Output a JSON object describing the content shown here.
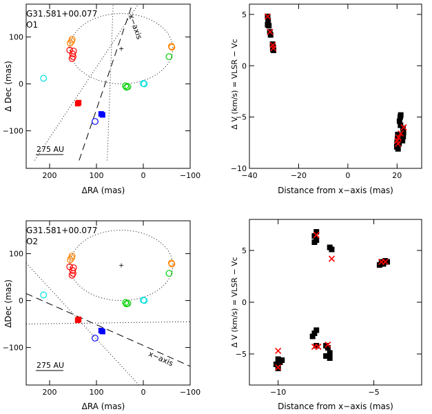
{
  "chart_data": [
    {
      "type": "scatter",
      "title": "G31.581+00.077",
      "subtitle": "O1",
      "xlabel": "ΔRA (mas)",
      "ylabel": "Δ Dec (mas)",
      "xlim": [
        250,
        -100
      ],
      "ylim": [
        -180,
        170
      ],
      "xticks": [
        200,
        100,
        0,
        -100
      ],
      "xtick_labels": [
        "200",
        "100",
        "0",
        "−100"
      ],
      "yticks": [
        100,
        0,
        -100
      ],
      "ytick_labels": [
        "100",
        "0",
        "−100"
      ],
      "scale_label": "275 AU",
      "axis_label": "x−axis",
      "center": [
        47,
        75
      ],
      "ellipse": {
        "cx": 47,
        "cy": 75,
        "rx": 110,
        "ry": 75
      },
      "series": [
        {
          "color": "#ff8000",
          "marker": "open-circle",
          "points": [
            [
              152,
              95
            ],
            [
              153,
              91
            ],
            [
              156,
              87
            ],
            [
              -60,
              80
            ],
            [
              -61,
              78
            ]
          ]
        },
        {
          "color": "#ff0000",
          "marker": "open-circle",
          "points": [
            [
              157,
              72
            ],
            [
              149,
              70
            ],
            [
              151,
              64
            ],
            [
              150,
              58
            ],
            [
              152,
              54
            ]
          ]
        },
        {
          "color": "#00d000",
          "marker": "open-circle",
          "points": [
            [
              -55,
              58
            ],
            [
              38,
              -4
            ],
            [
              36,
              -7
            ],
            [
              33,
              -6
            ]
          ]
        },
        {
          "color": "#00e0e0",
          "marker": "open-circle",
          "points": [
            [
              213,
              12
            ],
            [
              0,
              1
            ],
            [
              -2,
              0
            ]
          ]
        },
        {
          "color": "#ff0000",
          "marker": "filled-square",
          "points": [
            [
              140,
              -42
            ],
            [
              138,
              -40
            ]
          ]
        },
        {
          "color": "#0000ff",
          "marker": "filled-square",
          "points": [
            [
              90,
              -64
            ],
            [
              87,
              -66
            ]
          ]
        },
        {
          "color": "#0000ff",
          "marker": "open-circle",
          "points": [
            [
              103,
              -80
            ]
          ]
        }
      ],
      "lines": [
        {
          "style": "dashed",
          "from": [
            137,
            -163
          ],
          "to": [
            20,
            180
          ]
        },
        {
          "style": "dotted",
          "from": [
            232,
            -163
          ],
          "to": [
            4,
            180
          ]
        },
        {
          "style": "dotted",
          "from": [
            77,
            -163
          ],
          "to": [
            64,
            180
          ]
        }
      ]
    },
    {
      "type": "scatter",
      "xlabel": "Distance from x−axis (mas)",
      "ylabel": "Δ V (km/s) = VLSR − Vc",
      "xlim": [
        -40,
        30
      ],
      "ylim": [
        -10,
        6
      ],
      "xticks": [
        -40,
        -20,
        0,
        20
      ],
      "xtick_labels": [
        "−40",
        "−20",
        "0",
        "20"
      ],
      "yticks": [
        -10,
        -5,
        0,
        5
      ],
      "ytick_labels": [
        "−10",
        "−5",
        "0",
        "5"
      ],
      "series": [
        {
          "color": "#000000",
          "marker": "filled-square",
          "points": [
            [
              -32.6,
              4.8
            ],
            [
              -32.4,
              4.4
            ],
            [
              -32.6,
              4.0
            ],
            [
              -32.1,
              3.9
            ],
            [
              -31.7,
              3.3
            ],
            [
              -31.4,
              3.0
            ],
            [
              -30.6,
              2.1
            ],
            [
              -30.3,
              1.8
            ],
            [
              -30.5,
              1.6
            ],
            [
              -30.2,
              1.5
            ],
            [
              21.3,
              -5.0
            ],
            [
              21.5,
              -4.8
            ],
            [
              21.0,
              -5.4
            ],
            [
              21.4,
              -5.8
            ],
            [
              20.3,
              -6.7
            ],
            [
              20.2,
              -7.1
            ],
            [
              20.0,
              -7.5
            ],
            [
              19.9,
              -7.9
            ],
            [
              20.4,
              -8.1
            ],
            [
              22.4,
              -6.1
            ],
            [
              22.6,
              -6.5
            ],
            [
              22.5,
              -6.9
            ],
            [
              22.2,
              -7.3
            ],
            [
              20.8,
              -7.6
            ]
          ]
        },
        {
          "color": "#ff0000",
          "marker": "cross",
          "points": [
            [
              -32.6,
              4.8
            ],
            [
              -31.6,
              3.3
            ],
            [
              -30.5,
              2.0
            ],
            [
              -30.3,
              1.7
            ],
            [
              22.7,
              -6.0
            ],
            [
              21.5,
              -6.6
            ],
            [
              20.6,
              -7.0
            ],
            [
              20.1,
              -7.3
            ],
            [
              20.4,
              -7.6
            ]
          ]
        }
      ]
    },
    {
      "type": "scatter",
      "title": "G31.581+00.077",
      "subtitle": "O2",
      "xlabel": "ΔRA (mas)",
      "ylabel": "ΔDec (mas)",
      "xlim": [
        250,
        -100
      ],
      "ylim": [
        -180,
        170
      ],
      "xticks": [
        200,
        100,
        0,
        -100
      ],
      "xtick_labels": [
        "200",
        "100",
        "0",
        "−100"
      ],
      "yticks": [
        100,
        0,
        -100
      ],
      "ytick_labels": [
        "100",
        "0",
        "−100"
      ],
      "scale_label": "275 AU",
      "axis_label": "x−axis",
      "center": [
        47,
        75
      ],
      "ellipse": {
        "cx": 47,
        "cy": 75,
        "rx": 110,
        "ry": 75
      },
      "series": [
        {
          "color": "#ff8000",
          "marker": "open-circle",
          "points": [
            [
              152,
              95
            ],
            [
              153,
              91
            ],
            [
              156,
              87
            ],
            [
              -60,
              80
            ],
            [
              -61,
              78
            ]
          ]
        },
        {
          "color": "#ff0000",
          "marker": "open-circle",
          "points": [
            [
              157,
              72
            ],
            [
              149,
              70
            ],
            [
              151,
              64
            ],
            [
              150,
              58
            ],
            [
              152,
              54
            ]
          ]
        },
        {
          "color": "#00d000",
          "marker": "open-circle",
          "points": [
            [
              -55,
              58
            ],
            [
              38,
              -4
            ],
            [
              36,
              -7
            ],
            [
              33,
              -6
            ]
          ]
        },
        {
          "color": "#00e0e0",
          "marker": "open-circle",
          "points": [
            [
              213,
              12
            ],
            [
              0,
              1
            ],
            [
              -2,
              0
            ]
          ]
        },
        {
          "color": "#ff0000",
          "marker": "filled-square",
          "points": [
            [
              140,
              -42
            ],
            [
              138,
              -40
            ]
          ]
        },
        {
          "color": "#0000ff",
          "marker": "filled-square",
          "points": [
            [
              90,
              -64
            ],
            [
              87,
              -66
            ]
          ]
        },
        {
          "color": "#0000ff",
          "marker": "open-circle",
          "points": [
            [
              103,
              -80
            ]
          ]
        }
      ],
      "lines": [
        {
          "style": "dashed",
          "from": [
            250,
            15
          ],
          "to": [
            -100,
            -140
          ]
        },
        {
          "style": "dotted",
          "from": [
            250,
            -50
          ],
          "to": [
            -100,
            -45
          ]
        },
        {
          "style": "dotted",
          "from": [
            250,
            80
          ],
          "to": [
            0,
            -190
          ]
        }
      ]
    },
    {
      "type": "scatter",
      "xlabel": "Distance from x−axis (mas)",
      "ylabel": "Δ V (km/s) = VLSR − Vc",
      "xlim": [
        -11.5,
        -2.5
      ],
      "ylim": [
        -8,
        8
      ],
      "xticks": [
        -10,
        -5
      ],
      "xtick_labels": [
        "−10",
        "−5"
      ],
      "yticks": [
        -5,
        0,
        5
      ],
      "ytick_labels": [
        "−5",
        "0",
        "5"
      ],
      "series": [
        {
          "color": "#000000",
          "marker": "filled-square",
          "points": [
            [
              -8.0,
              6.8
            ],
            [
              -8.1,
              6.4
            ],
            [
              -8.0,
              6.0
            ],
            [
              -8.1,
              5.8
            ],
            [
              -7.3,
              5.3
            ],
            [
              -7.2,
              5.1
            ],
            [
              -4.6,
              3.9
            ],
            [
              -4.5,
              3.7
            ],
            [
              -4.3,
              3.9
            ],
            [
              -4.4,
              4.0
            ],
            [
              -4.7,
              3.6
            ],
            [
              -8.0,
              -2.7
            ],
            [
              -8.1,
              -3.0
            ],
            [
              -8.2,
              -3.3
            ],
            [
              -8.0,
              -4.2
            ],
            [
              -7.5,
              -4.2
            ],
            [
              -7.4,
              -4.4
            ],
            [
              -7.3,
              -4.9
            ],
            [
              -7.5,
              -5.2
            ],
            [
              -7.3,
              -5.4
            ],
            [
              -10.0,
              -5.5
            ],
            [
              -9.9,
              -5.8
            ],
            [
              -10.1,
              -6.0
            ],
            [
              -10.0,
              -6.4
            ],
            [
              -9.8,
              -5.6
            ]
          ]
        },
        {
          "color": "#ff0000",
          "marker": "cross",
          "points": [
            [
              -8.0,
              6.5
            ],
            [
              -7.2,
              4.2
            ],
            [
              -4.6,
              3.9
            ],
            [
              -4.4,
              3.9
            ],
            [
              -8.1,
              -4.3
            ],
            [
              -7.9,
              -4.3
            ],
            [
              -7.4,
              -4.1
            ],
            [
              -10.0,
              -4.7
            ],
            [
              -10.0,
              -6.3
            ]
          ]
        }
      ]
    }
  ]
}
